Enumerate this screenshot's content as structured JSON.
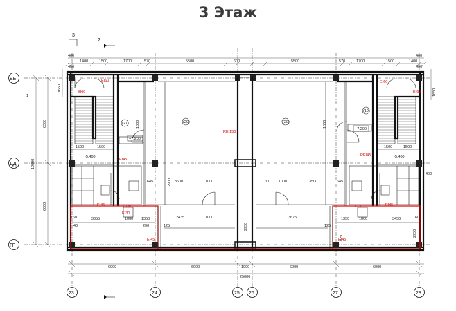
{
  "title": "3 Этаж",
  "section_marks": [
    "3",
    "2"
  ],
  "row_axes": [
    "ЕЕ",
    "ДД",
    "ГГ"
  ],
  "column_axes": [
    "23",
    "24",
    "25",
    "26",
    "27",
    "28"
  ],
  "top_dims": [
    "1400",
    "1500",
    "1700",
    "570",
    "5500",
    "600",
    "5500",
    "570",
    "1700",
    "1500",
    "1400"
  ],
  "top_small_dims": [
    "400",
    "460",
    "400",
    "460"
  ],
  "left_dims": [
    "6300",
    "12000",
    "6000",
    "1650",
    "1"
  ],
  "right_dims": [
    "1650",
    "400"
  ],
  "bottom_dims": [
    "6000",
    "6000",
    "1000",
    "6000",
    "6000",
    "25000"
  ],
  "room_dims_left": [
    "1500",
    "1500",
    "-5.400",
    "3600",
    "1000",
    "645",
    "3655",
    "1000",
    "1350",
    "200",
    "2435",
    "1000",
    "125",
    "2900",
    "1000",
    "2950",
    "160",
    "40"
  ],
  "room_dims_right": [
    "1700",
    "1000",
    "3500",
    "645",
    "3675",
    "1350",
    "1000",
    "3450",
    "160",
    "2950",
    "2950",
    "125",
    "-5.400",
    "1500",
    "1500",
    "1000"
  ],
  "red_labels": [
    "EI60",
    "EI45",
    "EI60",
    "EI30",
    "REI150",
    "EI45",
    "EI30",
    "EI45",
    "EI60",
    "EI45",
    "REI45",
    "EI60",
    "EI30",
    "EI45"
  ],
  "level_marks": [
    "+7.200",
    "+7.200"
  ],
  "room_marks": [
    "(20)",
    "(20)",
    "(21)",
    "(19)"
  ]
}
